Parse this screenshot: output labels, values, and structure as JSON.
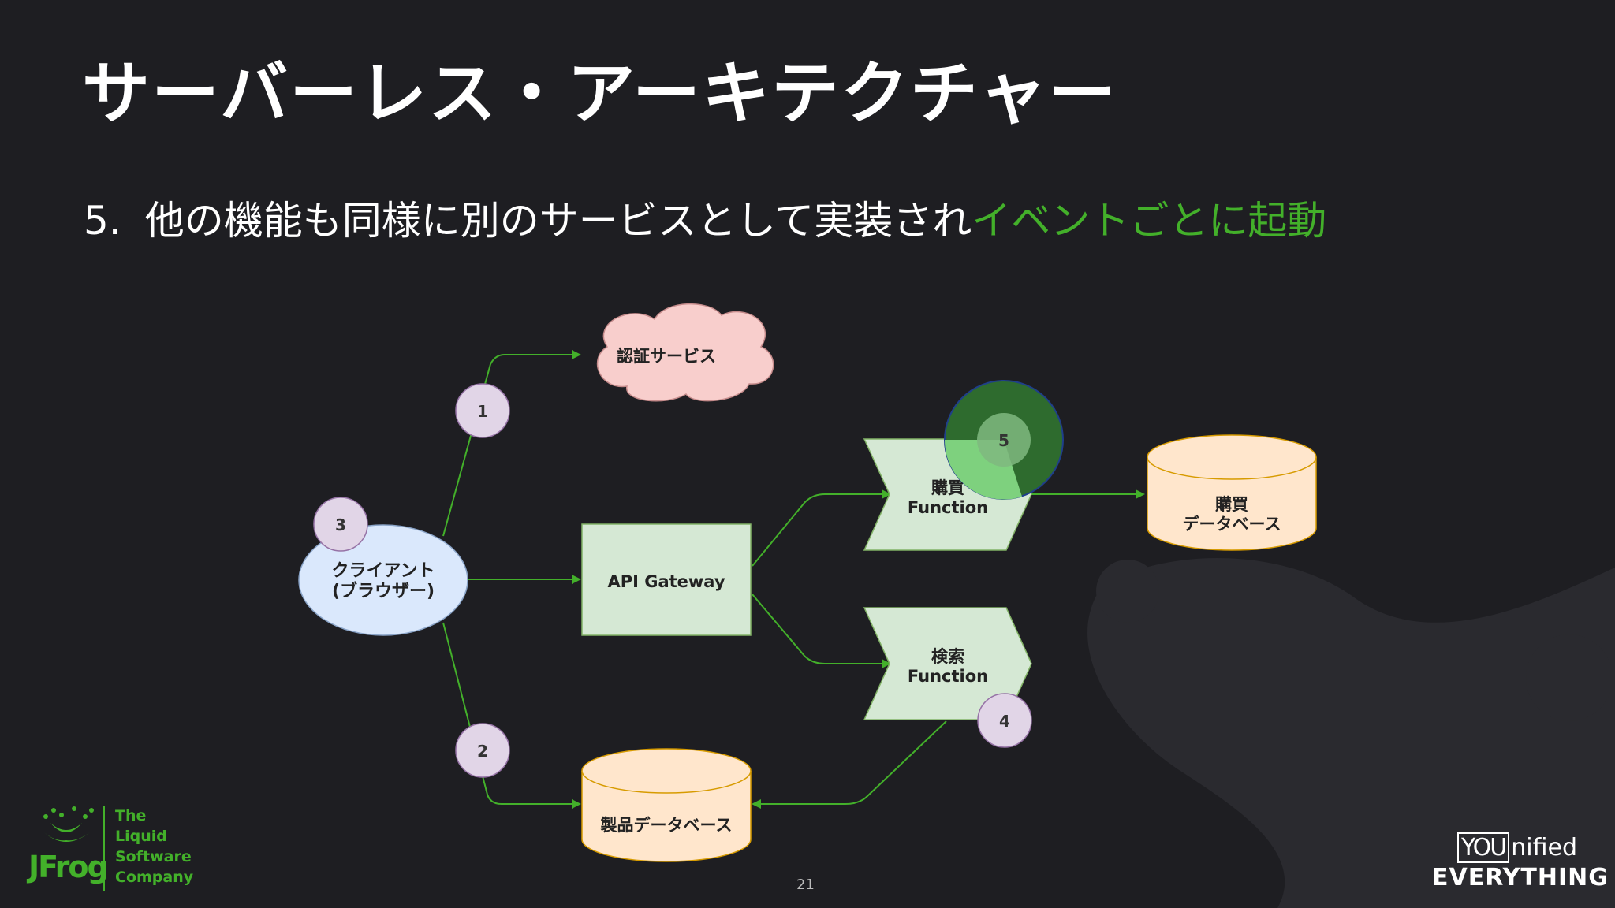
{
  "slide": {
    "title": "サーバーレス・アーキテクチャー",
    "bullet_number": "5.",
    "bullet_text": "他の機能も同様に別のサービスとして実装され",
    "bullet_highlight": "イベントごとに起動",
    "page_number": "21"
  },
  "diagram": {
    "client": {
      "line1": "クライアント",
      "line2": "(ブラウザー)"
    },
    "auth": {
      "label": "認証サービス"
    },
    "gateway": {
      "label": "API Gateway"
    },
    "purchase_fn": {
      "line1": "購買",
      "line2": "Function"
    },
    "search_fn": {
      "line1": "検索",
      "line2": "Function"
    },
    "purchase_db": {
      "line1": "購買",
      "line2": "データベース"
    },
    "product_db": {
      "label": "製品データベース"
    },
    "badges": [
      "1",
      "2",
      "3",
      "4",
      "5"
    ],
    "colors": {
      "arrow": "#43b02a",
      "client_fill": "#dae8fc",
      "auth_fill": "#f8cecc",
      "gateway_fill": "#d5e8d4",
      "db_fill": "#ffe6cc",
      "badge_fill": "#e1d5e7",
      "highlight": "#2e6b2e"
    }
  },
  "branding": {
    "logo_icon": "frog-icon",
    "brand_word": "JFrog",
    "tagline": [
      "The",
      "Liquid",
      "Software",
      "Company"
    ],
    "unified_you": "YOU",
    "unified_rest": "nified",
    "everything": "EVERYTHING"
  }
}
